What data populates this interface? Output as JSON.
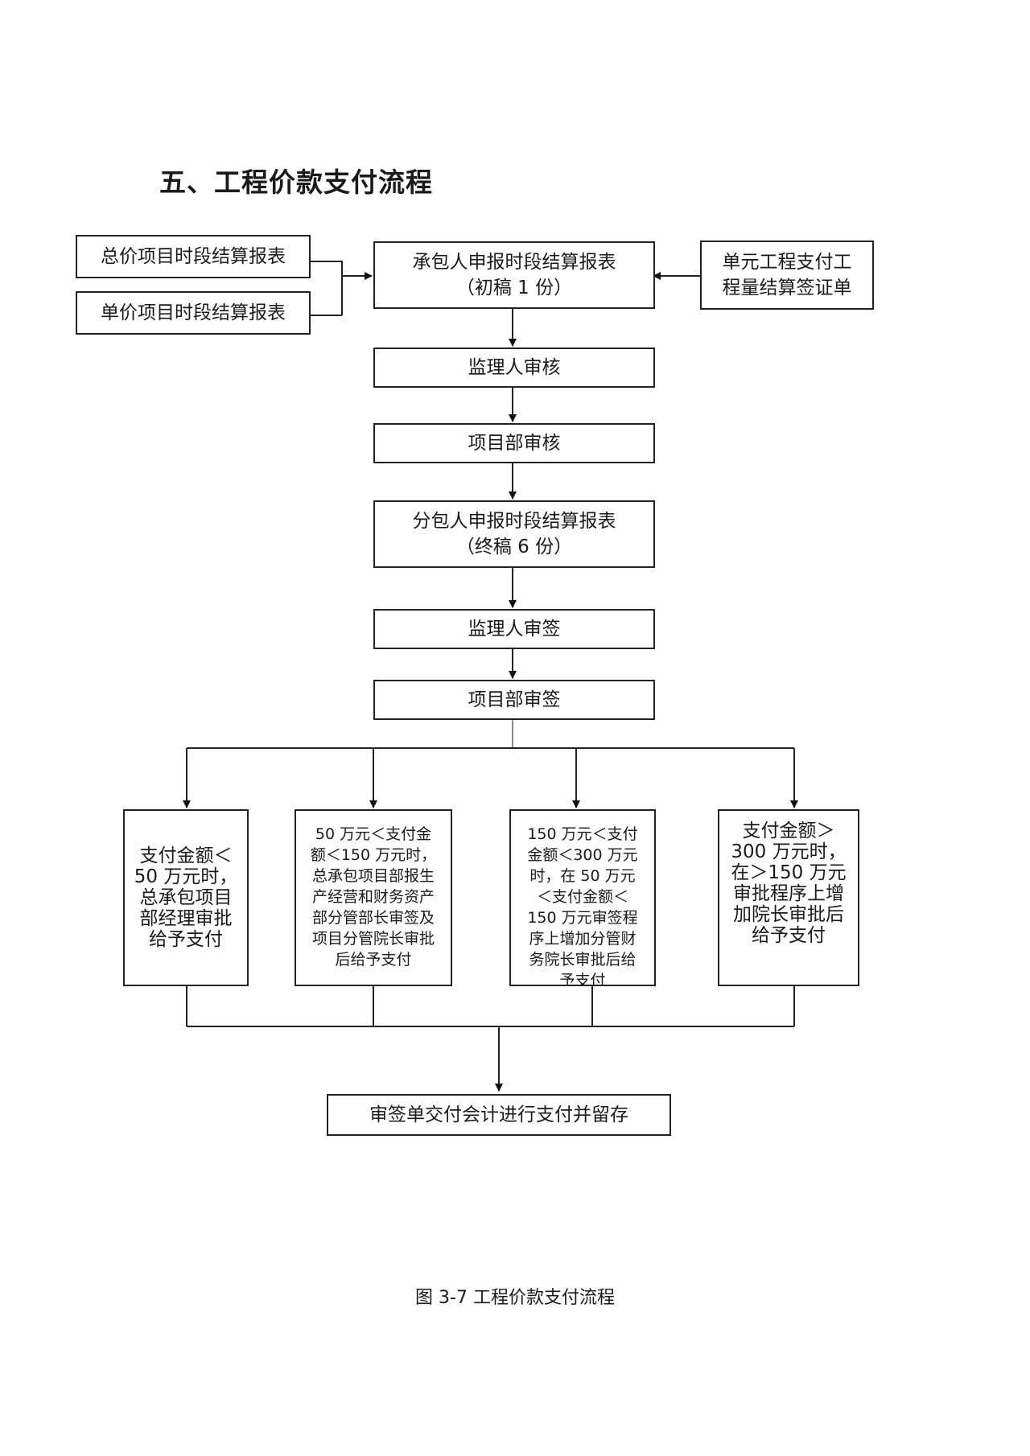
{
  "heading": "五、工程价款支付流程",
  "caption": "图 3-7  工程价款支付流程",
  "nodes": {
    "total_price_report": [
      "总价项目时段结算报表"
    ],
    "unit_price_report": [
      "单价项目时段结算报表"
    ],
    "contractor_draft": [
      "承包人申报时段结算报表",
      "（初稿 1 份）"
    ],
    "unit_work_certificate": [
      "单元工程支付工",
      "程量结算签证单"
    ],
    "supervisor_review": [
      "监理人审核"
    ],
    "project_dept_review": [
      "项目部审核"
    ],
    "subcontractor_final": [
      "分包人申报时段结算报表",
      "（终稿 6 份）"
    ],
    "supervisor_sign": [
      "监理人审签"
    ],
    "project_dept_sign": [
      "项目部审签"
    ],
    "tier_under_50": [
      "支付金额＜",
      "50 万元时，",
      "总承包项目",
      "部经理审批",
      "给予支付"
    ],
    "tier_50_150": [
      "50 万元＜支付金",
      "额＜150 万元时，",
      "总承包项目部报生",
      "产经营和财务资产",
      "部分管部长审签及",
      "项目分管院长审批",
      "后给予支付"
    ],
    "tier_150_300": [
      "150 万元＜支付",
      "金额＜300 万元",
      "时，在 50 万元",
      "＜支付金额＜",
      "150 万元审签程",
      "序上增加分管财",
      "务院长审批后给",
      "予支付"
    ],
    "tier_over_300": [
      "支付金额＞",
      "300 万元时，",
      "在＞150 万元",
      "审批程序上增",
      "加院长审批后",
      "给予支付"
    ],
    "accounting_payment": [
      "审签单交付会计进行支付并留存"
    ]
  }
}
